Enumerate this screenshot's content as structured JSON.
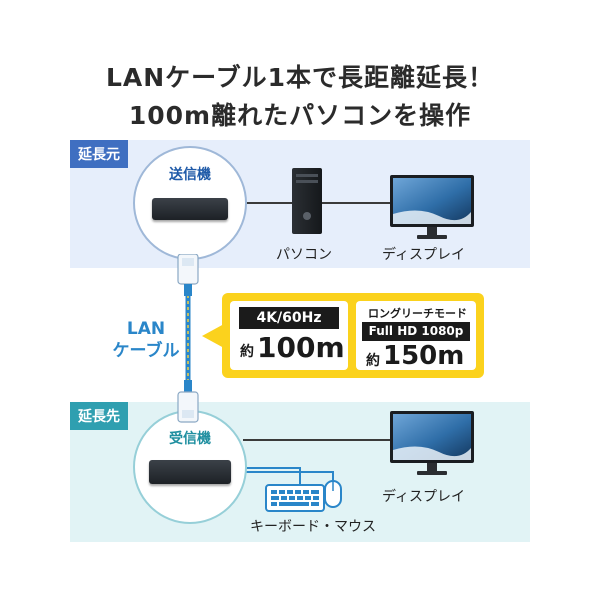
{
  "title": {
    "line1": "LANケーブル1本で長距離延長！",
    "line2": "100m離れたパソコンを操作"
  },
  "source": {
    "tag": "延長元",
    "device": "送信機",
    "pc": "パソコン",
    "display": "ディスプレイ"
  },
  "cable": {
    "line1": "LAN",
    "line2": "ケーブル"
  },
  "spec": {
    "standard_label": "4K/60Hz",
    "standard_prefix": "約",
    "standard_distance": "100m",
    "long_mode": "ロングリーチモード",
    "long_label": "Full HD 1080p",
    "long_prefix": "約",
    "long_distance": "150m"
  },
  "destination": {
    "tag": "延長先",
    "device": "受信機",
    "peripherals": "キーボード・マウス",
    "display": "ディスプレイ"
  },
  "colors": {
    "source_panel": "#e6eefb",
    "destination_panel": "#e1f3f5",
    "source_tag": "#3f6fc1",
    "destination_tag": "#2f9fb0",
    "cable": "#2a86c9",
    "callout": "#fbd21d"
  }
}
